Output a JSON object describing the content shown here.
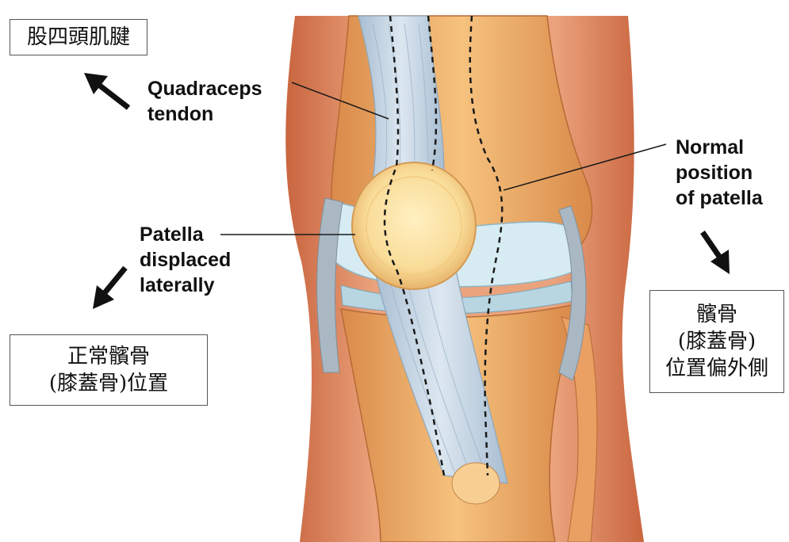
{
  "labels_zh": {
    "quad_tendon": "股四頭肌腱",
    "normal_position_line1": "正常髕骨",
    "normal_position_line2": "(膝蓋骨)位置",
    "displaced_line1": "髕骨",
    "displaced_line2": "(膝蓋骨)",
    "displaced_line3": "位置偏外側"
  },
  "labels_en": {
    "quad_line1": "Quadraceps",
    "quad_line2": "tendon",
    "normal_line1": "Normal",
    "normal_line2": "position",
    "normal_line3": "of patella",
    "patella_line1": "Patella",
    "patella_line2": "displaced",
    "patella_line3": "laterally"
  },
  "colors": {
    "skin": "#e9a078",
    "skin_dark": "#c8623e",
    "bone": "#f2b46c",
    "bone_light": "#f8d49a",
    "patella": "#fae3a6",
    "tendon": "#c9d8e6",
    "tendon_shadow": "#9fb4c8",
    "cartilage": "#d6ecf2",
    "pointer": "#1a1a1a"
  }
}
